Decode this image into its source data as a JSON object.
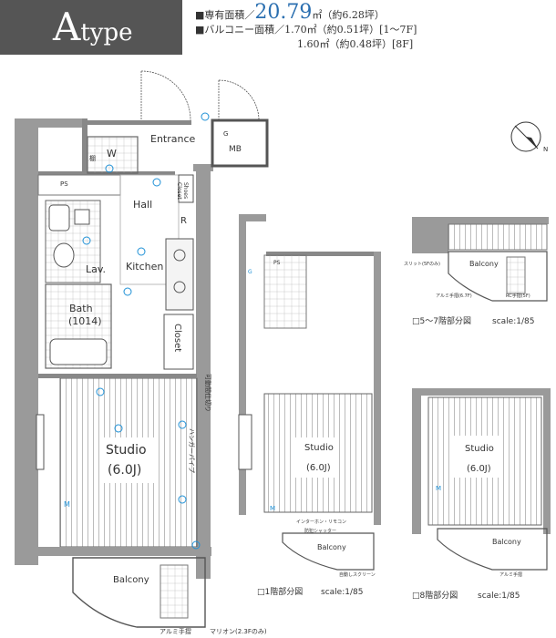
{
  "header": {
    "type_letter": "A",
    "type_word": "type",
    "area_label": "■専有面積／",
    "area_value": "20.79",
    "area_unit": "㎡（約6.28坪）",
    "balcony_line1": "■バルコニー面積／1.70㎡（約0.51坪）[1〜7F]",
    "balcony_line2": "1.60㎡（約0.48坪）[8F]"
  },
  "main_plan": {
    "rooms": {
      "entrance": "Entrance",
      "w": "W",
      "shelf": "棚",
      "mb": "MB",
      "g": "G",
      "ps": "PS",
      "shoes_closet_1": "Shoes",
      "shoes_closet_2": "Closet",
      "hall": "Hall",
      "r": "R",
      "lav": "Lav.",
      "kitchen": "Kitchen",
      "bath": "Bath",
      "bath_size": "(1014)",
      "closet": "Closet",
      "studio": "Studio",
      "studio_size": "(6.0J)",
      "balcony": "Balcony",
      "m": "M",
      "pole": "ハンガーパイプ",
      "partition": "可動間仕切り"
    },
    "notes": {
      "alumi_rail": "アルミ手摺",
      "marion": "マリオン(2.3Fのみ)"
    }
  },
  "plan_1f": {
    "studio": "Studio",
    "studio_size": "(6.0J)",
    "balcony": "Balcony",
    "ps": "PS",
    "g": "G",
    "m": "M",
    "shutter": "防犯シャッター",
    "screen": "自動しスクリーン",
    "remote": "インターホン・リモコン",
    "caption": "□1階部分図",
    "scale": "scale:1/85"
  },
  "plan_5_7f": {
    "balcony": "Balcony",
    "slit": "スリット(5Fのみ)",
    "alumi": "アルミ手摺(6.7F)",
    "rc": "RC手摺(5F)",
    "caption": "□5〜7階部分図",
    "scale": "scale:1/85"
  },
  "plan_8f": {
    "studio": "Studio",
    "studio_size": "(6.0J)",
    "balcony": "Balcony",
    "m": "M",
    "alumi": "アルミ手摺",
    "caption": "□8階部分図",
    "scale": "scale:1/85"
  },
  "compass": {
    "north": "N"
  },
  "colors": {
    "badge": "#555555",
    "accent": "#2b6fb0",
    "wall": "#888888",
    "fixture": "#1e90d6"
  }
}
